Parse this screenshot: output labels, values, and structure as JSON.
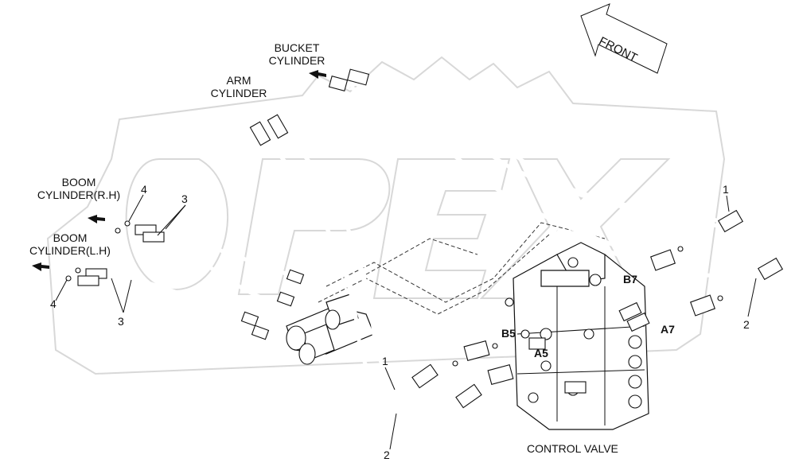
{
  "labels": {
    "bucket_cylinder": [
      "BUCKET",
      "CYLINDER"
    ],
    "arm_cylinder": [
      "ARM",
      "CYLINDER"
    ],
    "boom_cylinder_rh": [
      "BOOM",
      "CYLINDER(R.H)"
    ],
    "boom_cylinder_lh": [
      "BOOM",
      "CYLINDER(L.H)"
    ],
    "control_valve": "CONTROL VALVE",
    "front": "FRONT"
  },
  "part_numbers": {
    "hose_1_upper": "1",
    "hose_1_lower": "1",
    "hose_2_right": "2",
    "hose_2_bottom": "2",
    "hose_3_upper": "3",
    "hose_3_lower": "3",
    "oring_4_upper": "4",
    "oring_4_lower": "4"
  },
  "ports": {
    "b7": "B7",
    "a7": "A7",
    "b5": "B5",
    "a5": "A5"
  },
  "watermark": "OPEX",
  "colors": {
    "line": "#111111",
    "watermark": "#d8d8d8",
    "background": "#ffffff"
  }
}
